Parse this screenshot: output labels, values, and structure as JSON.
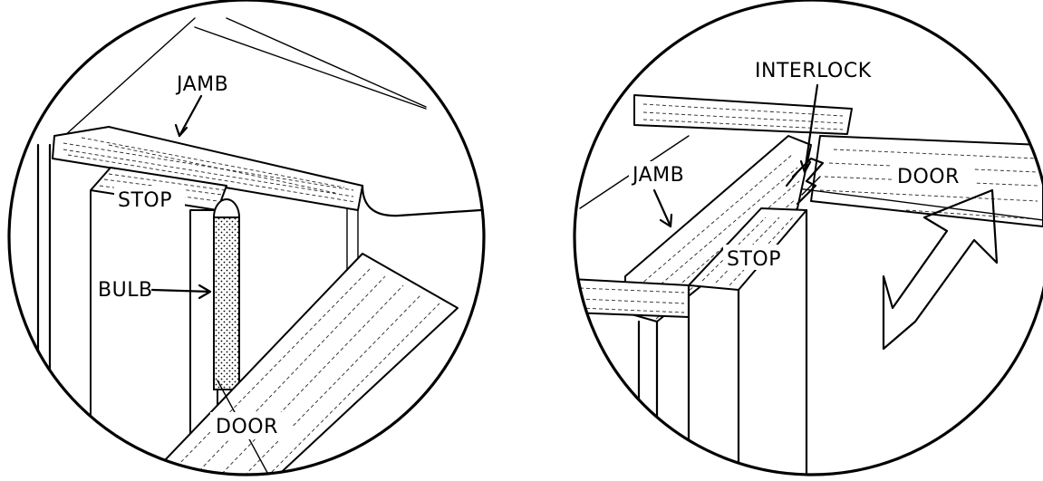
{
  "left_panel": {
    "labels": {
      "jamb": "JAMB",
      "stop": "STOP",
      "bulb": "BULB",
      "door": "DOOR"
    }
  },
  "right_panel": {
    "labels": {
      "interlock": "INTERLOCK",
      "jamb": "JAMB",
      "door": "DOOR",
      "stop": "STOP"
    }
  }
}
